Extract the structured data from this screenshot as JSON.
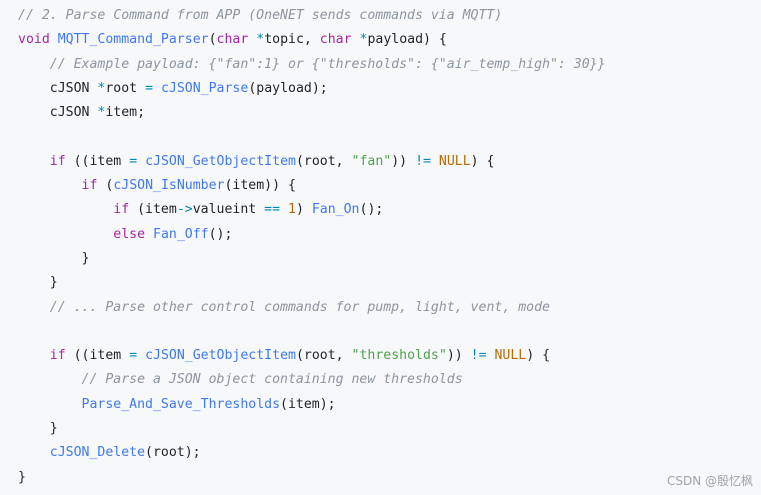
{
  "lines": [
    [
      [
        "comment",
        "// 2. Parse Command from APP (OneNET sends commands via MQTT)"
      ]
    ],
    [
      [
        "keyword",
        "void"
      ],
      [
        "plain",
        " "
      ],
      [
        "func",
        "MQTT_Command_Parser"
      ],
      [
        "plain",
        "("
      ],
      [
        "keyword",
        "char"
      ],
      [
        "plain",
        " "
      ],
      [
        "op",
        "*"
      ],
      [
        "plain",
        "topic, "
      ],
      [
        "keyword",
        "char"
      ],
      [
        "plain",
        " "
      ],
      [
        "op",
        "*"
      ],
      [
        "plain",
        "payload) {"
      ]
    ],
    [
      [
        "plain",
        "    "
      ],
      [
        "comment",
        "// Example payload: {\"fan\":1} or {\"thresholds\": {\"air_temp_high\": 30}}"
      ]
    ],
    [
      [
        "plain",
        "    cJSON "
      ],
      [
        "op",
        "*"
      ],
      [
        "plain",
        "root "
      ],
      [
        "op",
        "="
      ],
      [
        "plain",
        " "
      ],
      [
        "func",
        "cJSON_Parse"
      ],
      [
        "plain",
        "(payload);"
      ]
    ],
    [
      [
        "plain",
        "    cJSON "
      ],
      [
        "op",
        "*"
      ],
      [
        "plain",
        "item;"
      ]
    ],
    [
      [
        "plain",
        ""
      ]
    ],
    [
      [
        "plain",
        "    "
      ],
      [
        "keyword",
        "if"
      ],
      [
        "plain",
        " ((item "
      ],
      [
        "op",
        "="
      ],
      [
        "plain",
        " "
      ],
      [
        "func",
        "cJSON_GetObjectItem"
      ],
      [
        "plain",
        "(root, "
      ],
      [
        "string",
        "\"fan\""
      ],
      [
        "plain",
        ")) "
      ],
      [
        "op",
        "!="
      ],
      [
        "plain",
        " "
      ],
      [
        "const",
        "NULL"
      ],
      [
        "plain",
        ") {"
      ]
    ],
    [
      [
        "plain",
        "        "
      ],
      [
        "keyword",
        "if"
      ],
      [
        "plain",
        " ("
      ],
      [
        "func",
        "cJSON_IsNumber"
      ],
      [
        "plain",
        "(item)) {"
      ]
    ],
    [
      [
        "plain",
        "            "
      ],
      [
        "keyword",
        "if"
      ],
      [
        "plain",
        " (item"
      ],
      [
        "op",
        "->"
      ],
      [
        "plain",
        "valueint "
      ],
      [
        "op",
        "=="
      ],
      [
        "plain",
        " "
      ],
      [
        "number",
        "1"
      ],
      [
        "plain",
        ") "
      ],
      [
        "func",
        "Fan_On"
      ],
      [
        "plain",
        "();"
      ]
    ],
    [
      [
        "plain",
        "            "
      ],
      [
        "keyword",
        "else"
      ],
      [
        "plain",
        " "
      ],
      [
        "func",
        "Fan_Off"
      ],
      [
        "plain",
        "();"
      ]
    ],
    [
      [
        "plain",
        "        }"
      ]
    ],
    [
      [
        "plain",
        "    }"
      ]
    ],
    [
      [
        "plain",
        "    "
      ],
      [
        "comment",
        "// ... Parse other control commands for pump, light, vent, mode"
      ]
    ],
    [
      [
        "plain",
        ""
      ]
    ],
    [
      [
        "plain",
        "    "
      ],
      [
        "keyword",
        "if"
      ],
      [
        "plain",
        " ((item "
      ],
      [
        "op",
        "="
      ],
      [
        "plain",
        " "
      ],
      [
        "func",
        "cJSON_GetObjectItem"
      ],
      [
        "plain",
        "(root, "
      ],
      [
        "string",
        "\"thresholds\""
      ],
      [
        "plain",
        ")) "
      ],
      [
        "op",
        "!="
      ],
      [
        "plain",
        " "
      ],
      [
        "const",
        "NULL"
      ],
      [
        "plain",
        ") {"
      ]
    ],
    [
      [
        "plain",
        "        "
      ],
      [
        "comment",
        "// Parse a JSON object containing new thresholds"
      ]
    ],
    [
      [
        "plain",
        "        "
      ],
      [
        "func",
        "Parse_And_Save_Thresholds"
      ],
      [
        "plain",
        "(item);"
      ]
    ],
    [
      [
        "plain",
        "    }"
      ]
    ],
    [
      [
        "plain",
        "    "
      ],
      [
        "func",
        "cJSON_Delete"
      ],
      [
        "plain",
        "(root);"
      ]
    ],
    [
      [
        "plain",
        "}"
      ]
    ]
  ],
  "watermark": "CSDN @殷忆枫",
  "colors": {
    "background": "#f7f8fa",
    "comment": "#8c959f",
    "keyword": "#a626a4",
    "function": "#4078f2",
    "string": "#50a14f",
    "constant": "#b76b01",
    "operator": "#0184bc"
  }
}
